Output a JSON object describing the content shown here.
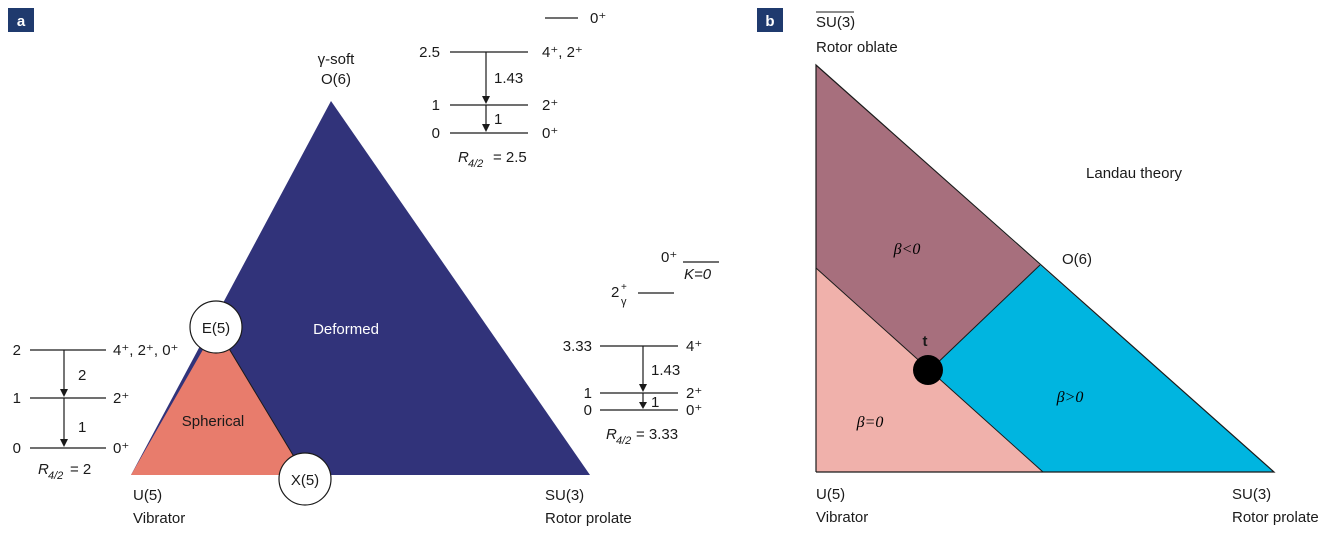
{
  "panel_a": {
    "badge": "a",
    "corner_top": {
      "line1": "γ-soft",
      "line2": "O(6)"
    },
    "corner_left": {
      "line1": "U(5)",
      "line2": "Vibrator"
    },
    "corner_right": {
      "line1": "SU(3)",
      "line2": "Rotor prolate"
    },
    "region_deformed": "Deformed",
    "region_spherical": "Spherical",
    "point_e5": "E(5)",
    "point_x5": "X(5)",
    "spectrum_o6": {
      "top_state": "0⁺",
      "levels": [
        {
          "energy": "2.5",
          "spin": "4⁺, 2⁺"
        },
        {
          "energy": "1",
          "spin": "2⁺"
        },
        {
          "energy": "0",
          "spin": "0⁺"
        }
      ],
      "transitions": [
        "1.43",
        "1"
      ],
      "ratio_sub": "4/2",
      "ratio_value": "= 2.5"
    },
    "spectrum_u5": {
      "levels": [
        {
          "energy": "2",
          "spin": "4⁺, 2⁺, 0⁺"
        },
        {
          "energy": "1",
          "spin": "2⁺"
        },
        {
          "energy": "0",
          "spin": "0⁺"
        }
      ],
      "transitions": [
        "2",
        "1"
      ],
      "ratio_sub": "4/2",
      "ratio_value": "= 2"
    },
    "spectrum_su3": {
      "band_head": "0⁺",
      "band_label": "K=0",
      "gamma_state": "2",
      "gamma_sub": "γ",
      "levels": [
        {
          "energy": "3.33",
          "spin": "4⁺"
        },
        {
          "energy": "1",
          "spin": "2⁺"
        },
        {
          "energy": "0",
          "spin": "0⁺"
        }
      ],
      "transitions": [
        "1.43",
        "1"
      ],
      "ratio_sub": "4/2",
      "ratio_value": "= 3.33"
    }
  },
  "panel_b": {
    "badge": "b",
    "corner_top": {
      "line1": "SU(3)",
      "line2": "Rotor oblate"
    },
    "corner_left": {
      "line1": "U(5)",
      "line2": "Vibrator"
    },
    "corner_right": {
      "line1": "SU(3)",
      "line2": "Rotor prolate"
    },
    "mid_label": "O(6)",
    "title": "Landau theory",
    "region_neg": "β<0",
    "region_zero": "β=0",
    "region_pos": "β>0",
    "point_t": "t"
  },
  "colors": {
    "badge": "#1f3a6e",
    "deformed": "#31337a",
    "spherical": "#e87c6c",
    "beta_neg": "#a76f7d",
    "beta_zero": "#f0b1ab",
    "beta_pos": "#00b5e0"
  }
}
